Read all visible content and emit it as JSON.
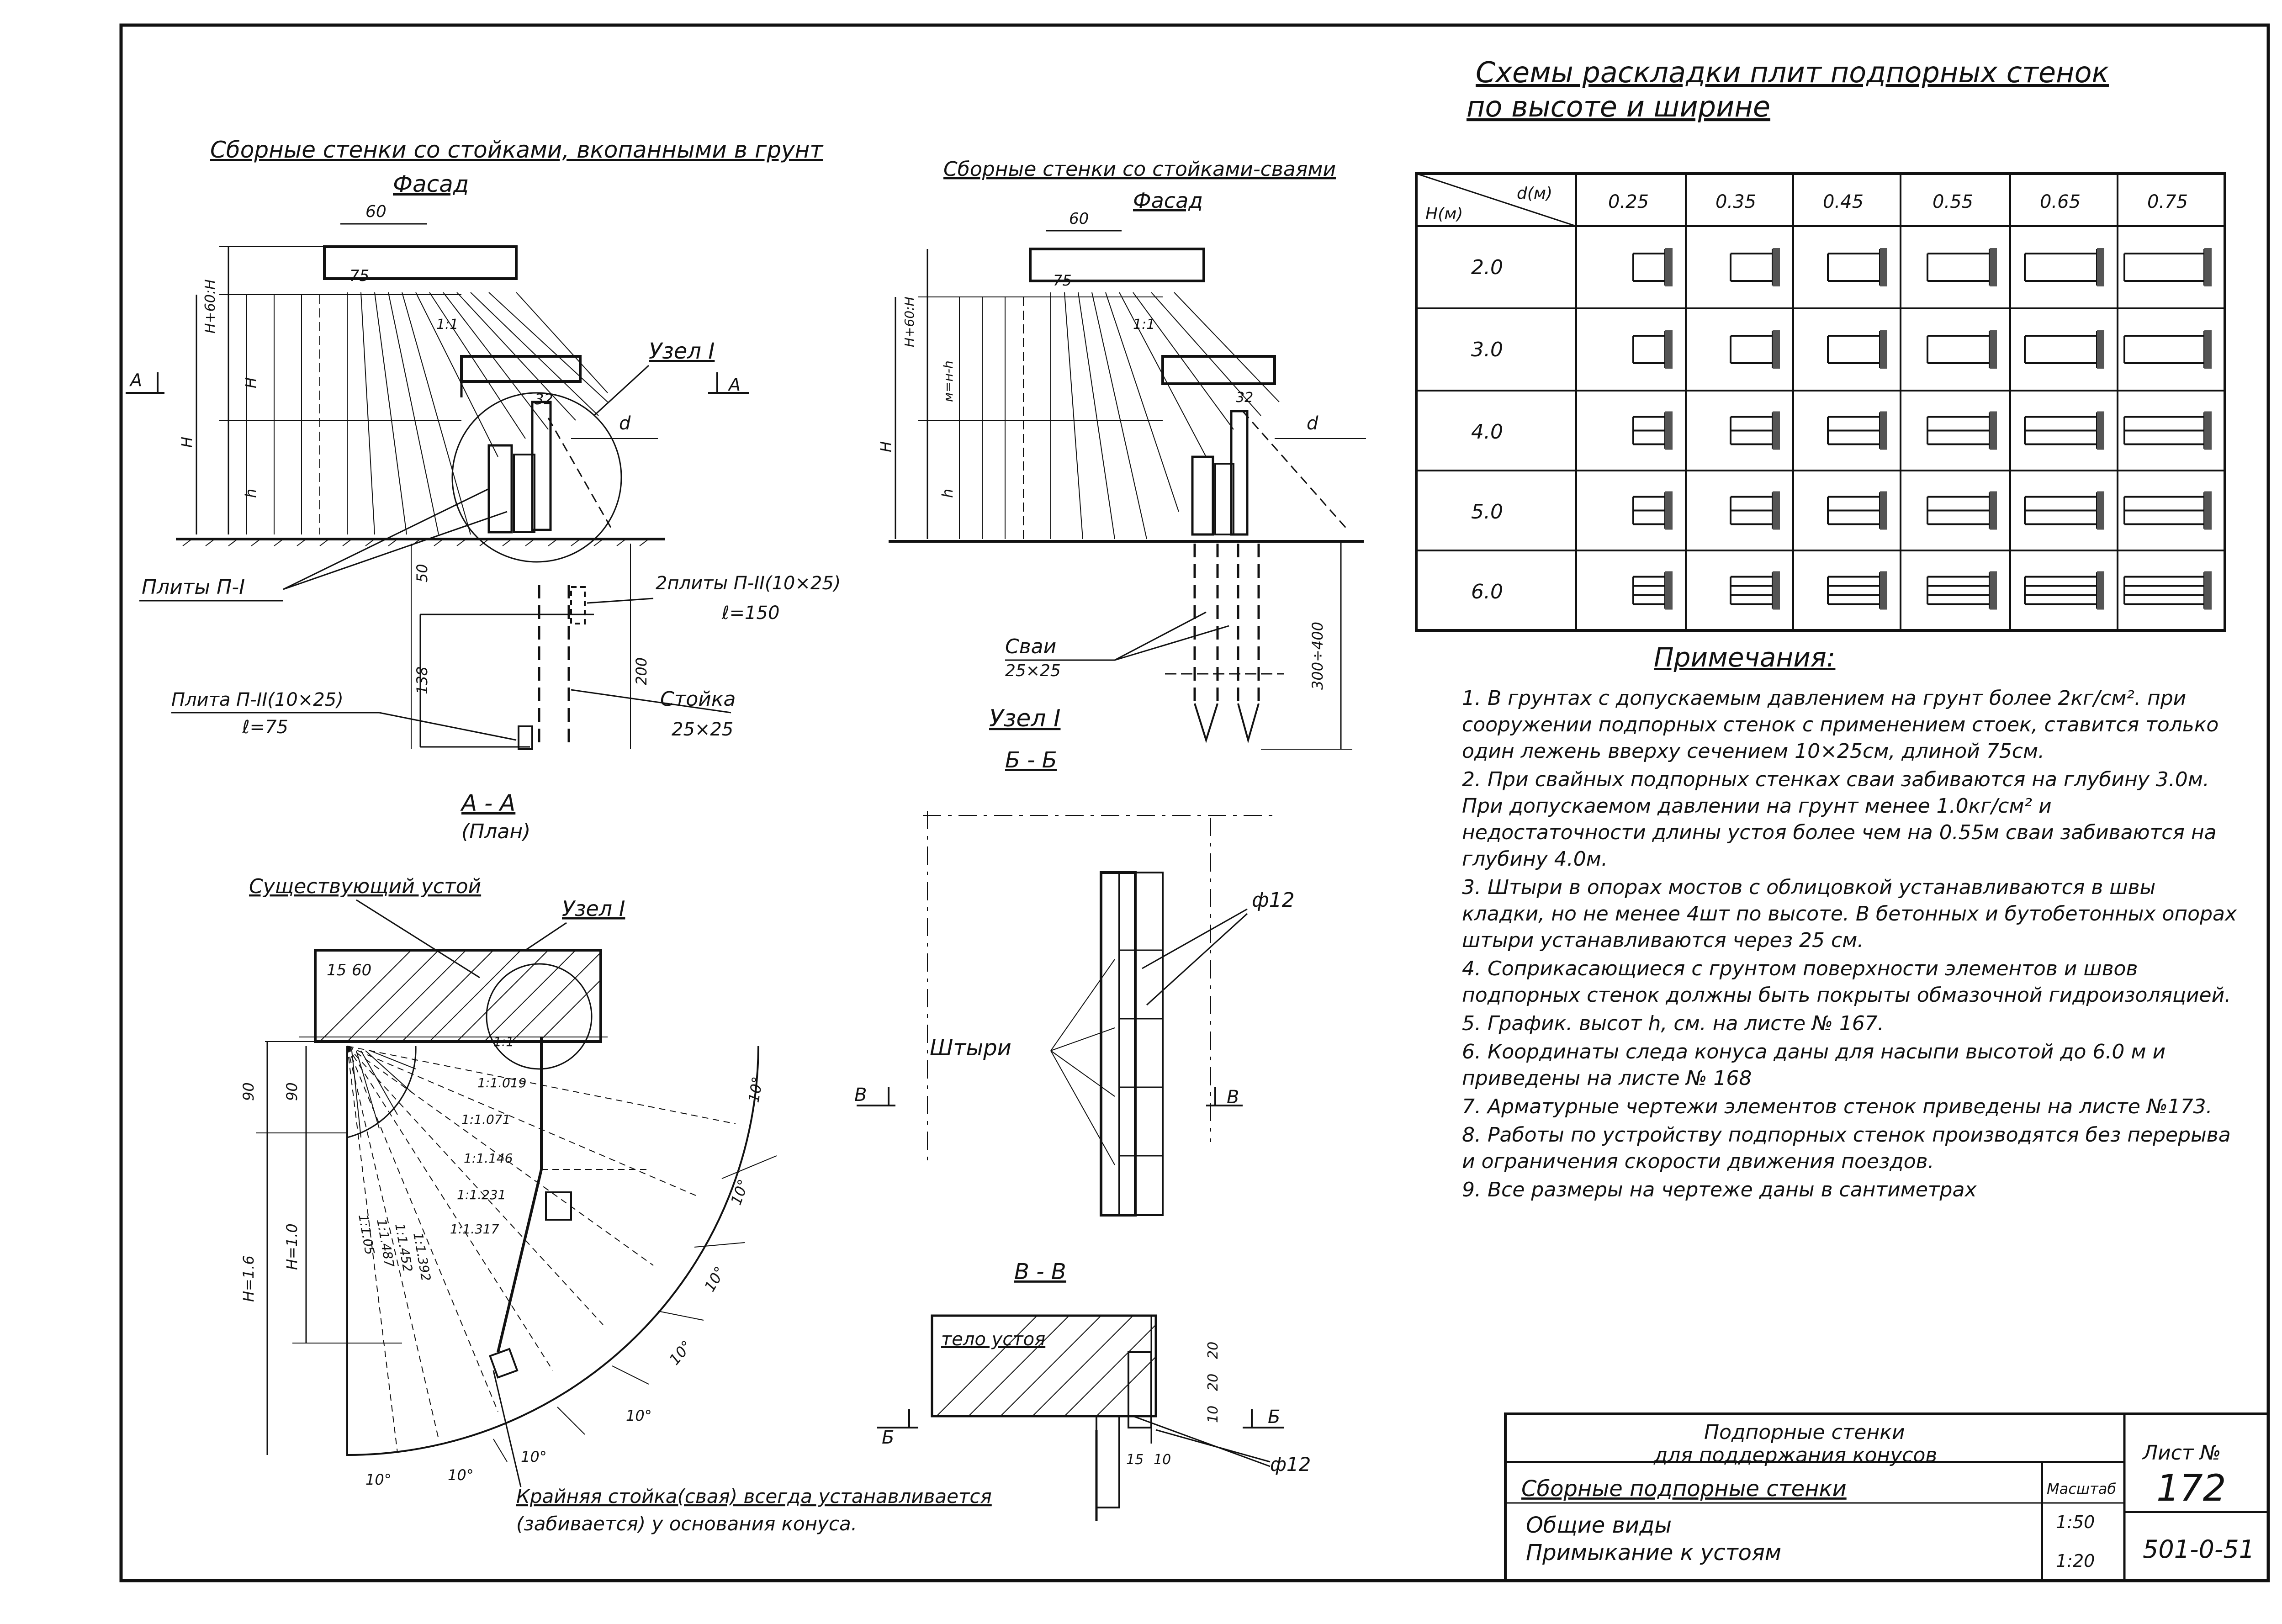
{
  "left_top": {
    "title": "Сборные стенки со стойками, вкопанными в грунт",
    "subtitle": "Фасад",
    "dims": [
      "60",
      "75",
      "32",
      "1:1",
      "Н+60:Н",
      "Н",
      "Н",
      "h",
      "d",
      "50",
      "138",
      "200"
    ],
    "labels": {
      "node": "Узел I",
      "section_mark": "А",
      "plates1": "Плиты П-I",
      "plates2": "2плиты П-II(10×25)",
      "plates2_len": "ℓ=150",
      "plate3": "Плита П-II(10×25)",
      "plate3_len": "ℓ=75",
      "post": "Стойка",
      "post_size": "25×25",
      "plan_title": "А - А",
      "plan_sub": "(План)"
    }
  },
  "right_top": {
    "title": "Сборные стенки со стойками-сваями",
    "subtitle": "Фасад",
    "dims": [
      "60",
      "75",
      "32",
      "1:1",
      "Н+60:Н",
      "м=н-h",
      "Н",
      "h",
      "d",
      "300÷400"
    ],
    "piles": "Сваи",
    "piles_size": "25×25",
    "node_title": "Узел I",
    "node_sub": "Б - Б"
  },
  "abutment": {
    "existing": "Существующий устой",
    "node": "Узел I",
    "dims": [
      "15",
      "60",
      "90",
      "90",
      "Н=1.6",
      "Н=1.0"
    ],
    "slopes": [
      "1:1",
      "1:1.019",
      "1:1.071",
      "1:1.146",
      "1:1.231",
      "1:1.317",
      "1:1.392",
      "1:1.452",
      "1:1.487",
      "1:1.05"
    ],
    "angle": "10°",
    "note_line1": "Крайняя стойка(свая) всегда устанавливается",
    "note_line2": "(забивается) у основания конуса."
  },
  "node_section": {
    "pins": "Штыри",
    "pin_dia": "ф12",
    "mark_b": "В",
    "section_bb": "В - В",
    "body": "тело устоя",
    "mark_6": "Б",
    "dims": [
      "15",
      "10",
      "20",
      "20",
      "10"
    ],
    "pin_dia2": "ф12"
  },
  "layout_table": {
    "title_line1": "Схемы раскладки плит подпорных стенок",
    "title_line2": "по высоте и ширине",
    "header_d": "d(м)",
    "header_h": "Н(м)",
    "columns": [
      "0.25",
      "0.35",
      "0.45",
      "0.55",
      "0.65",
      "0.75"
    ],
    "rows": [
      "2.0",
      "3.0",
      "4.0",
      "5.0",
      "6.0"
    ]
  },
  "notes": {
    "title": "Примечания:",
    "items": [
      "1. В грунтах с допускаемым давлением на грунт более 2кг/см². при сооружении подпорных стенок с применением стоек, ставится только один лежень вверху сечением 10×25см, длиной 75см.",
      "2. При свайных подпорных стенках сваи забиваются на глубину 3.0м. При допускаемом давлении на грунт менее 1.0кг/см² и недостаточности длины устоя более чем на 0.55м сваи забиваются на глубину 4.0м.",
      "3. Штыри в опорах мостов с облицовкой устанавливаются в швы кладки, но не менее 4шт по высоте. В бетонных и бутобетонных опорах штыри устанавливаются через 25 см.",
      "4. Соприкасающиеся с грунтом поверхности элементов и швов подпорных стенок должны быть покрыты обмазочной гидроизоляцией.",
      "5. График. высот h, см. на листе № 167.",
      "6. Координаты следа конуса даны для насыпи высотой до 6.0 м и приведены на листе № 168",
      "7. Арматурные чертежи элементов стенок приведены на листе №173.",
      "8. Работы по устройству подпорных стенок производятся без перерыва и ограничения скорости движения поездов.",
      "9. Все размеры на чертеже даны в сантиметрах"
    ]
  },
  "stamp": {
    "line1": "Подпорные стенки",
    "line2": "для поддержания конусов",
    "line3": "Сборные подпорные стенки",
    "line4": "Общие виды",
    "line5": "Примыкание к устоям",
    "scale_label": "Масштаб",
    "scale1": "1:50",
    "scale2": "1:20",
    "sheet_label": "Лист №",
    "sheet_no": "172",
    "series": "501-0-51"
  }
}
